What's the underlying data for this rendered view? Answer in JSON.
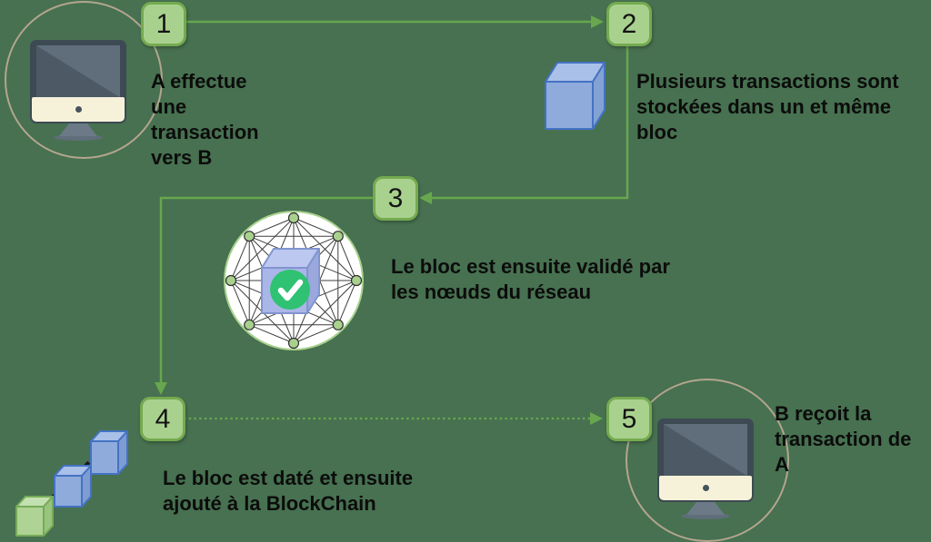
{
  "diagram": {
    "language": "fr",
    "steps": [
      {
        "number": "1",
        "caption": "A effectue\nune\ntransaction\nvers B"
      },
      {
        "number": "2",
        "caption": "Plusieurs transactions sont\nstockées dans un et même\nbloc"
      },
      {
        "number": "3",
        "caption": "Le bloc est ensuite validé par\nles nœuds du réseau"
      },
      {
        "number": "4",
        "caption": "Le bloc est daté et ensuite\najouté à la BlockChain"
      },
      {
        "number": "5",
        "caption": "B reçoit la\ntransaction de\nA"
      }
    ],
    "icons": [
      "computer-sender-icon",
      "block-cube-icon",
      "network-validation-icon",
      "blockchain-cubes-icon",
      "computer-receiver-icon"
    ],
    "colors": {
      "background": "#477150",
      "connector_green": "#68a74e",
      "step_box_fill": "#a9d18e",
      "step_box_border": "#74aa50",
      "cube_blue_fill": "#8fabdc",
      "cube_blue_outline": "#4472c4",
      "cube_green_fill": "#aed394",
      "cube_green_outline": "#76ab58",
      "check_green": "#2ec272",
      "ring_outline": "#b3a58f",
      "text": "#0c0c0c"
    }
  }
}
